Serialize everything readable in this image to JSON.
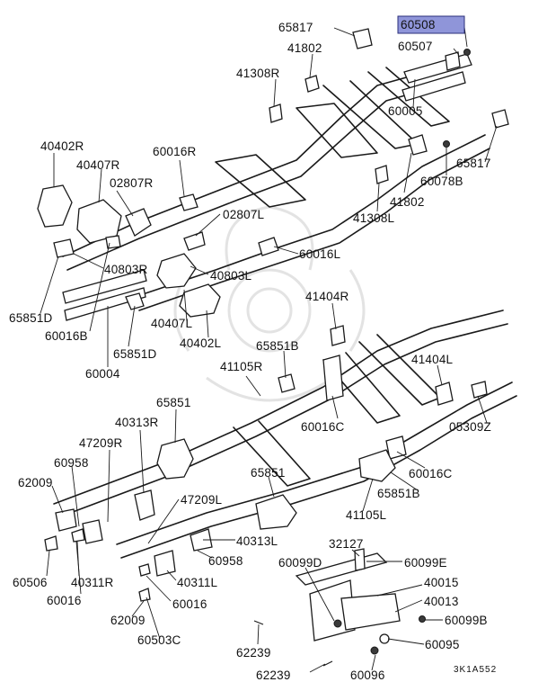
{
  "highlight": {
    "part": "60508",
    "color": "#8f95d9"
  },
  "drawing_code": "3K1A552",
  "labels": [
    "60508",
    "65817",
    "60507",
    "41802",
    "41308R",
    "60005",
    "65817",
    "60078B",
    "41802",
    "41308L",
    "40402R",
    "40407R",
    "02807R",
    "60016R",
    "02807L",
    "60016L",
    "40803R",
    "40803L",
    "65851D",
    "60016B",
    "65851D",
    "40407L",
    "40402L",
    "60004",
    "41404R",
    "65851B",
    "41105R",
    "41404L",
    "65851",
    "40313R",
    "60016C",
    "05309Z",
    "47209R",
    "60958",
    "62009",
    "65851",
    "60016C",
    "65851B",
    "47209L",
    "41105L",
    "40313L",
    "60958",
    "60506",
    "40311R",
    "40311L",
    "60016",
    "60016",
    "62009",
    "60503C",
    "32127",
    "60099E",
    "60099D",
    "40015",
    "40013",
    "60099B",
    "62239",
    "60095",
    "62239",
    "60096"
  ]
}
